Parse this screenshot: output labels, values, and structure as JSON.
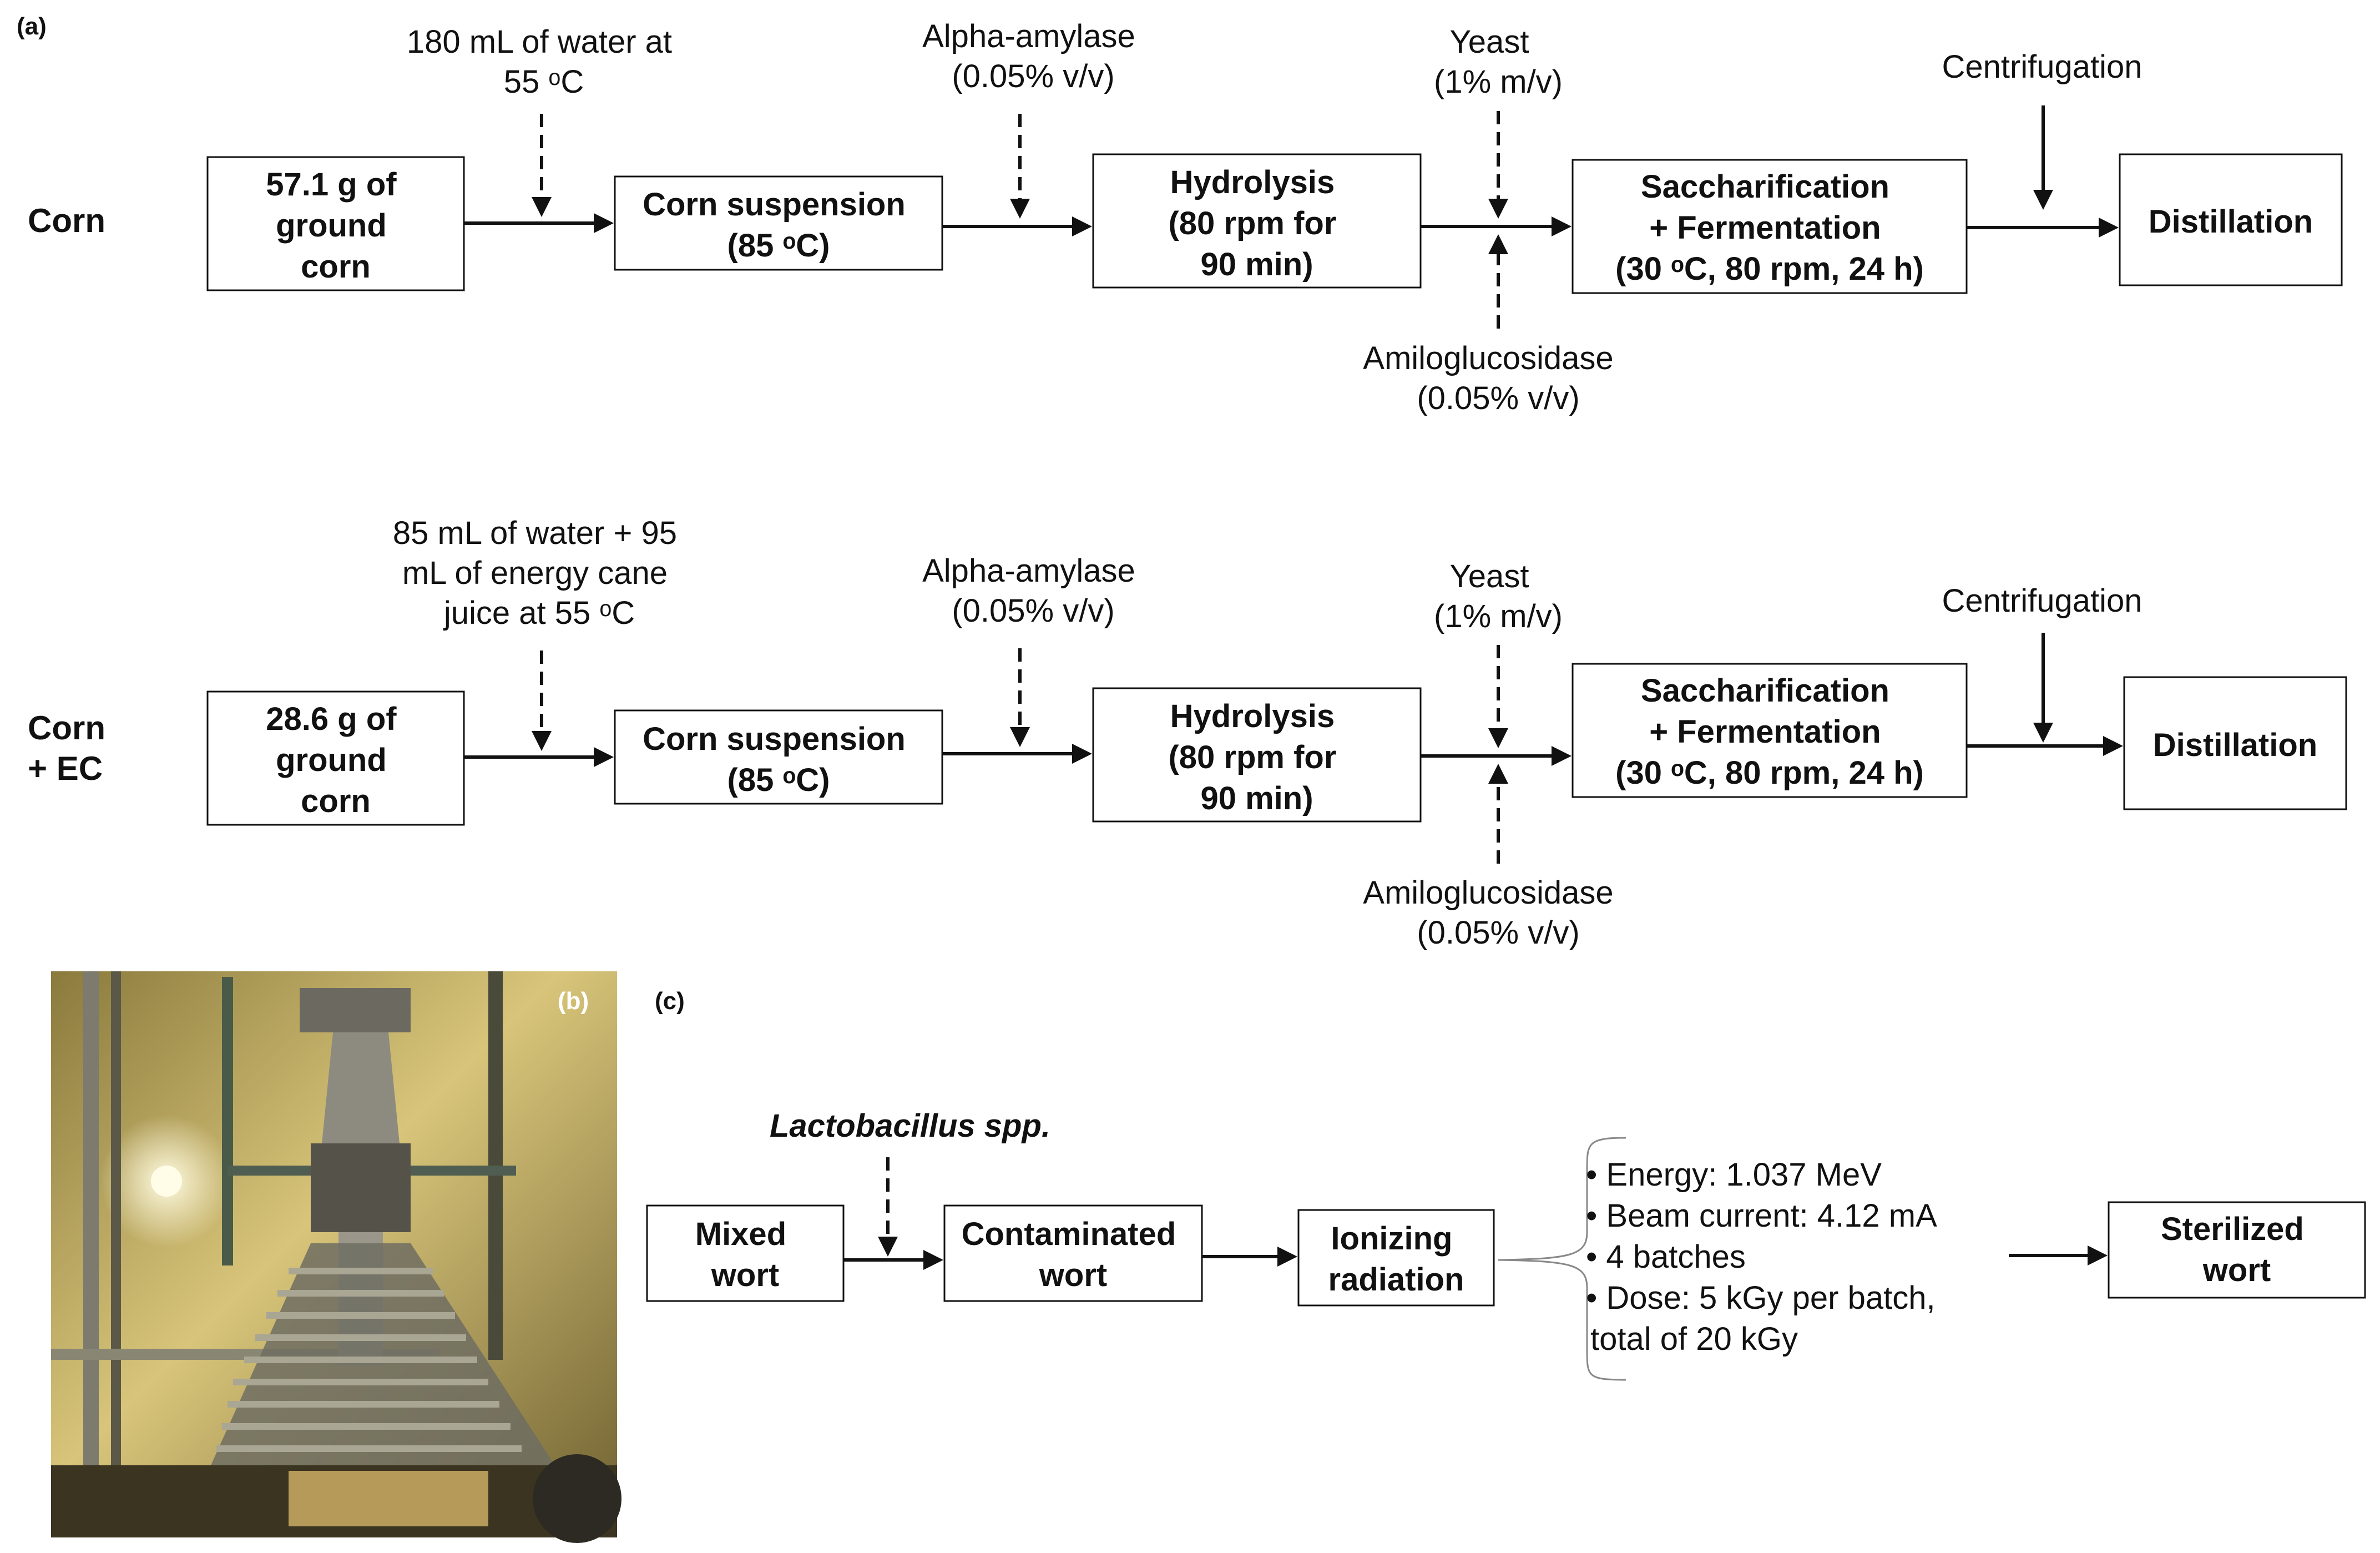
{
  "panels": {
    "a": "(a)",
    "b": "(b)",
    "c": "(c)"
  },
  "rows": {
    "corn": {
      "label": [
        "Corn"
      ]
    },
    "corn_ec": {
      "label": [
        "Corn",
        "+ EC"
      ]
    }
  },
  "boxes": {
    "r1_input": [
      "57.1 g of",
      "ground",
      "corn"
    ],
    "r1_suspension": [
      "Corn suspension",
      "(85 ᵒC)"
    ],
    "r1_hydrolysis": [
      "Hydrolysis",
      "(80 rpm for",
      "90 min)"
    ],
    "r1_saccharification": [
      "Saccharification",
      "+ Fermentation",
      "(30 ᵒC, 80 rpm, 24 h)"
    ],
    "r1_distillation": [
      "Distillation"
    ],
    "r2_input": [
      "28.6 g of",
      "ground",
      "corn"
    ],
    "r2_suspension": [
      "Corn suspension",
      "(85 ᵒC)"
    ],
    "r2_hydrolysis": [
      "Hydrolysis",
      "(80 rpm for",
      "90 min)"
    ],
    "r2_saccharification": [
      "Saccharification",
      "+ Fermentation",
      "(30 ᵒC, 80 rpm, 24 h)"
    ],
    "r2_distillation": [
      "Distillation"
    ],
    "c_mixed": [
      "Mixed",
      "wort"
    ],
    "c_contaminated": [
      "Contaminated",
      "wort"
    ],
    "c_ionizing": [
      "Ionizing",
      "radiation"
    ],
    "c_sterilized": [
      "Sterilized",
      "wort"
    ]
  },
  "annotations": {
    "r1_water": [
      "180 mL of water at",
      "55 ᵒC"
    ],
    "r1_alpha": [
      "Alpha-amylase",
      "(0.05% v/v)"
    ],
    "r1_yeast": [
      "Yeast",
      "(1% m/v)"
    ],
    "r1_amilo": [
      "Amiloglucosidase",
      "(0.05% v/v)"
    ],
    "r1_centrifugation": [
      "Centrifugation"
    ],
    "r2_water": [
      "85 mL of water + 95",
      "mL of energy cane",
      "juice at 55 ᵒC"
    ],
    "r2_alpha": [
      "Alpha-amylase",
      "(0.05% v/v)"
    ],
    "r2_yeast": [
      "Yeast",
      "(1% m/v)"
    ],
    "r2_amilo": [
      "Amiloglucosidase",
      "(0.05% v/v)"
    ],
    "r2_centrifugation": [
      "Centrifugation"
    ],
    "c_lacto": [
      "Lactobacillus spp."
    ]
  },
  "conditions": [
    "•   Energy: 1.037 MeV",
    "•   Beam current: 4.12 mA",
    "•   4 batches",
    "•   Dose: 5 kGy per batch,",
    "total of 20 kGy"
  ],
  "colors": {
    "line": "#111111",
    "photo_wall": "#c9b46a",
    "photo_dark": "#3a3420"
  }
}
